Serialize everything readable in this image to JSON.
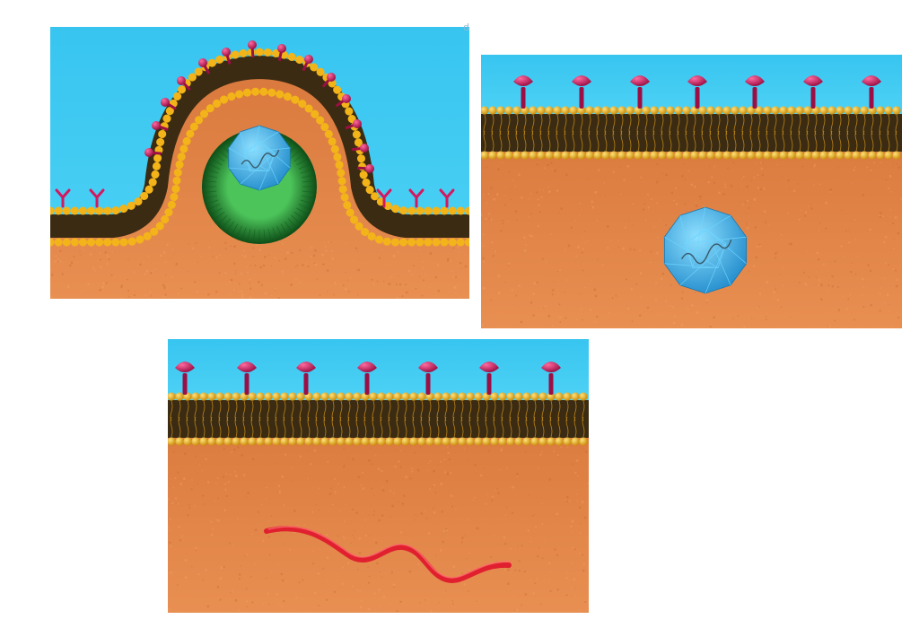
{
  "figure": {
    "panels": [
      {
        "id": "budding",
        "description_name": "virus-budding-through-membrane",
        "elements": [
          "extracellular-fluid",
          "cell-membrane",
          "viral-envelope",
          "glycoprotein-spikes",
          "green-matrix-shell",
          "blue-icosahedral-capsid",
          "genome-strand",
          "cytoplasm"
        ]
      },
      {
        "id": "uncoating",
        "description_name": "free-capsid-in-cytoplasm",
        "elements": [
          "extracellular-fluid",
          "cell-membrane",
          "surface-receptors",
          "blue-icosahedral-capsid",
          "genome-strand",
          "cytoplasm"
        ]
      },
      {
        "id": "release",
        "description_name": "released-genome-in-cytoplasm",
        "elements": [
          "extracellular-fluid",
          "cell-membrane",
          "surface-receptors",
          "red-rna-ribbon",
          "cytoplasm"
        ]
      }
    ],
    "colors": {
      "sky": "#4fd2f5",
      "sky_top": "#37c5f0",
      "cytoplasm": "#e88f52",
      "cytoplasm_dark": "#d9783c",
      "lipid_head": "#f3b419",
      "lipid_head_dark": "#c98a08",
      "lipid_tail": "#3b2b12",
      "spike": "#d4185f",
      "spike_dark": "#9c0f44",
      "matrix": "#1f8a2e",
      "matrix_light": "#4cc45a",
      "capsid": "#2fb5f0",
      "capsid_light": "#8fe0ff",
      "rna": "#e0202f"
    },
    "stray_glyph": "d"
  }
}
